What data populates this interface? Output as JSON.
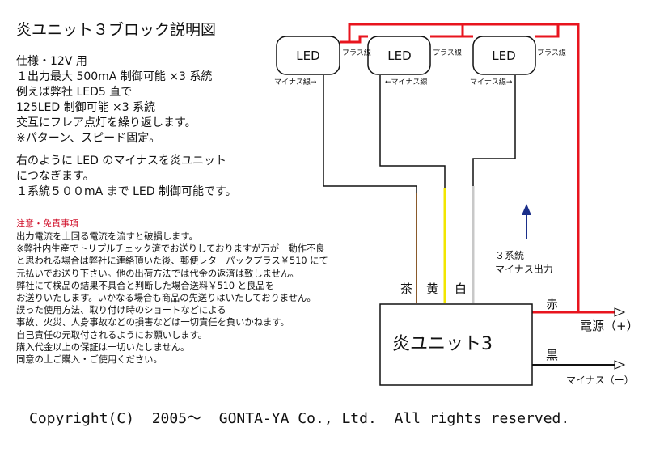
{
  "title": "炎ユニット３ブロック説明図",
  "spec_lines": [
    "仕様・12V 用",
    "１出力最大 500mA 制御可能 ×3 系統",
    "例えば弊社 LED5 直で",
    "125LED 制御可能 ×3 系統",
    "交互にフレア点灯を繰り返します。",
    "※パターン、スピード固定。"
  ],
  "connect_lines": [
    "右のように LED のマイナスを炎ユニット",
    "につなぎます。",
    "１系統５００mA まで LED 制御可能です。"
  ],
  "notice": {
    "heading": "注意・免責事項",
    "lines": [
      "出力電流を上回る電流を流すと破損します。",
      "※弊社内生産でトリプルチェック済でお送りしておりますが万が一動作不良",
      "と思われる場合は弊社に連絡頂いた後、郵便レターパックプラス￥510 にて",
      "元払いでお送り下さい。他の出荷方法では代金の返済は致しません。",
      "弊社にて検品の結果不具合と判断した場合送料￥510 と良品を",
      "お送りいたします。いかなる場合も商品の先送りはいたしておりません。",
      "誤った使用方法、取り付け時のショートなどによる",
      "事故、火災、人身事故などの損害などは一切責任を負いかねます。",
      "自己責任の元取付されるようにお願いします。",
      "購入代金以上の保証は一切いたしません。",
      "同意の上ご購入・ご使用ください。"
    ]
  },
  "diagram": {
    "leds": [
      {
        "label": "LED",
        "plus_label": "プラス線",
        "minus_label": "マイナス線→"
      },
      {
        "label": "LED",
        "plus_label": "プラス線",
        "minus_label": "←マイナス線"
      },
      {
        "label": "LED",
        "plus_label": "プラス線",
        "minus_label": "マイナス線→"
      }
    ],
    "wire_labels": [
      "茶",
      "黄",
      "白"
    ],
    "minus_output_label": [
      "３系統",
      "マイナス出力"
    ],
    "unit_label": "炎ユニット3",
    "red_label": "赤",
    "black_label": "黒",
    "power_label": "電源（+）",
    "minus_label": "マイナス（ー）",
    "colors": {
      "red": "#e8141e",
      "brown": "#8a5a2b",
      "yellow": "#f2e600",
      "white_wire": "#c8c8c8",
      "black": "#111111",
      "arrow": "#1b2f8a"
    }
  },
  "copyright": "Copyright(C)  2005～  GONTA-YA Co., Ltd.  All rights reserved."
}
